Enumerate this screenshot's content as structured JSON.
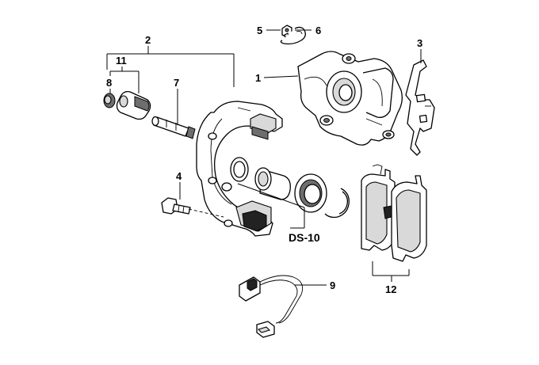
{
  "diagram": {
    "callouts": {
      "c1": "1",
      "c2": "2",
      "c3": "3",
      "c4": "4",
      "c5": "5",
      "c6": "6",
      "c7": "7",
      "c8": "8",
      "c9": "9",
      "c11": "11",
      "c12": "12",
      "ds10": "DS-10"
    }
  }
}
